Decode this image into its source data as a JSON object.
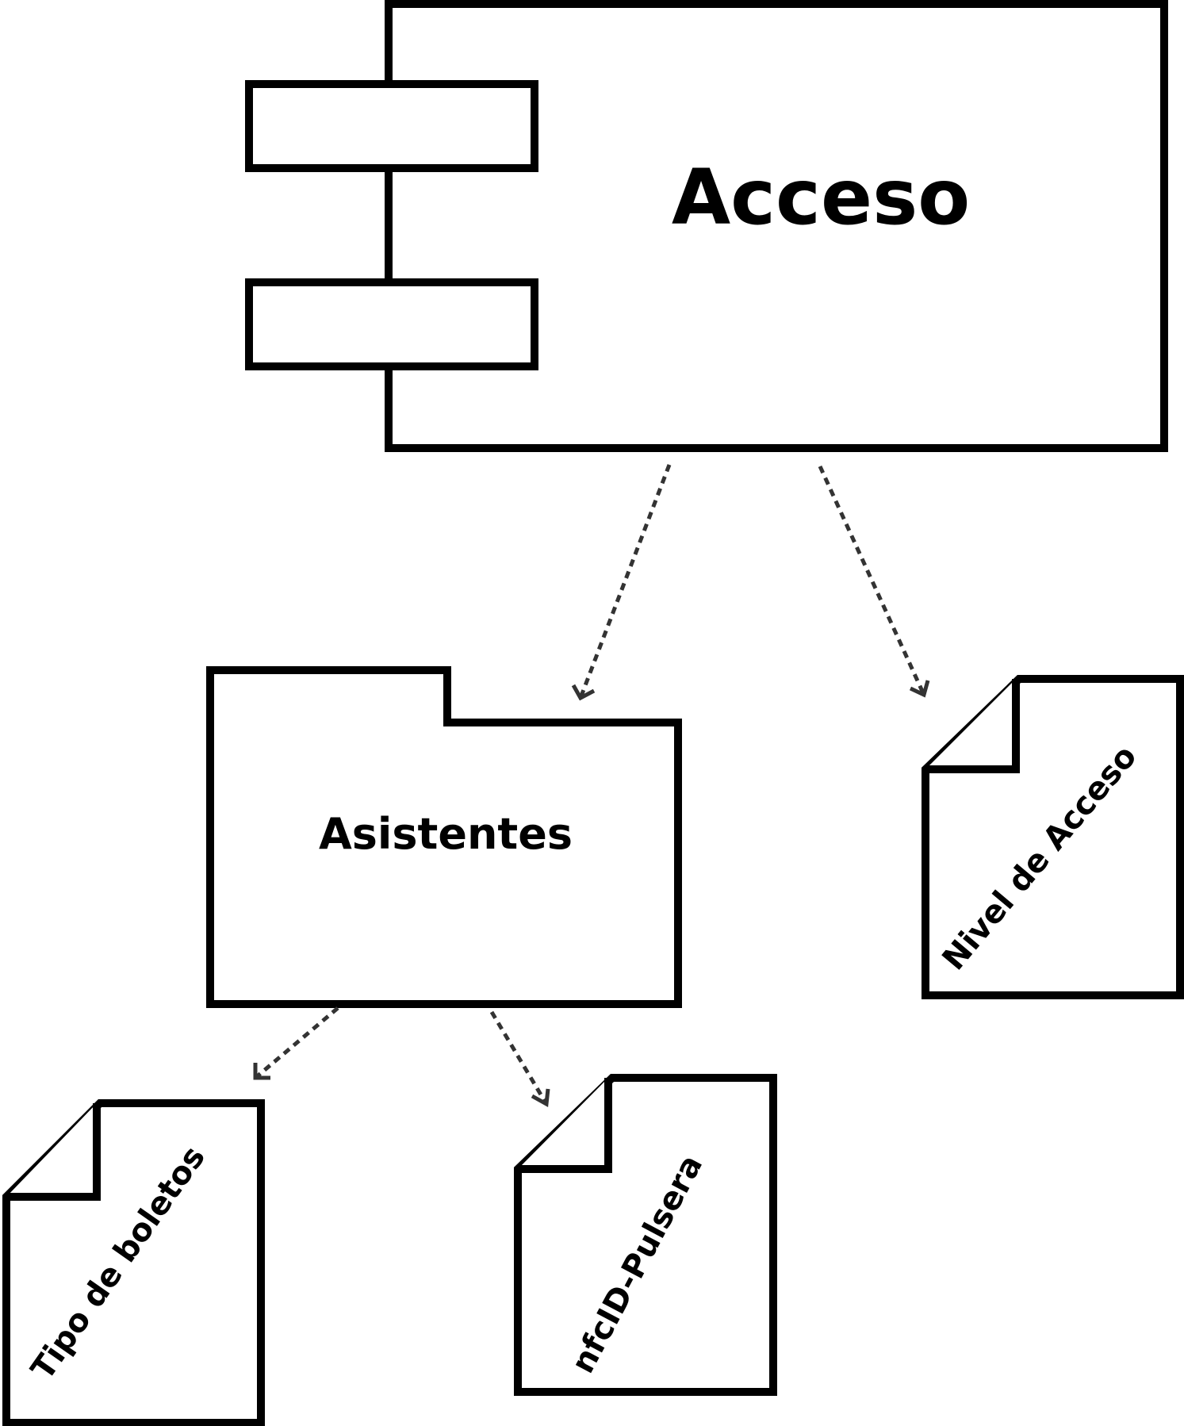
{
  "diagram": {
    "component": {
      "label": "Acceso"
    },
    "package": {
      "label": "Asistentes"
    },
    "documents": {
      "nivel_acceso": {
        "label": "Nivel de Acceso"
      },
      "tipo_boletos": {
        "label": "Tipo de boletos"
      },
      "nfcid_pulsera": {
        "label": "nfcID-Pulsera"
      }
    },
    "colors": {
      "stroke": "#000000",
      "arrow": "#333333",
      "background": "#ffffff"
    }
  }
}
